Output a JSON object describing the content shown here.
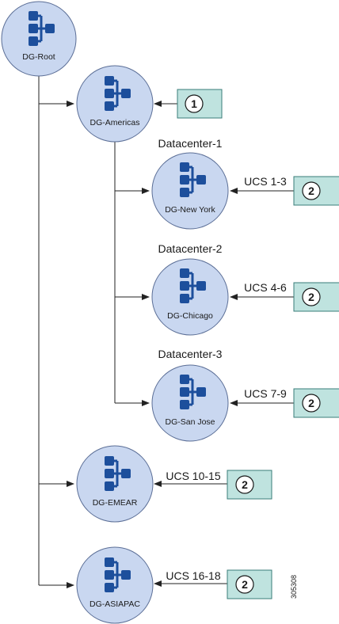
{
  "figure_id": "305308",
  "colors": {
    "node_fill": "#c9d7f0",
    "node_stroke": "#5b6e96",
    "icon": "#1d4f9c",
    "badge_fill": "#bfe3df",
    "badge_stroke": "#3a7d78",
    "line": "#222222"
  },
  "nodes": {
    "root": {
      "label": "DG-Root",
      "icon": "hierarchy-icon"
    },
    "americas": {
      "label": "DG-Americas",
      "icon": "hierarchy-icon"
    },
    "new_york": {
      "label": "DG-New York",
      "icon": "hierarchy-icon",
      "datacenter": "Datacenter-1",
      "ucs": "UCS 1-3",
      "badge": "2"
    },
    "chicago": {
      "label": "DG-Chicago",
      "icon": "hierarchy-icon",
      "datacenter": "Datacenter-2",
      "ucs": "UCS 4-6",
      "badge": "2"
    },
    "san_jose": {
      "label": "DG-San Jose",
      "icon": "hierarchy-icon",
      "datacenter": "Datacenter-3",
      "ucs": "UCS 7-9",
      "badge": "2"
    },
    "emear": {
      "label": "DG-EMEAR",
      "icon": "hierarchy-icon",
      "ucs": "UCS 10-15",
      "badge": "2"
    },
    "asiapac": {
      "label": "DG-ASIAPAC",
      "icon": "hierarchy-icon",
      "ucs": "UCS 16-18",
      "badge": "2"
    }
  },
  "americas_badge": "1"
}
